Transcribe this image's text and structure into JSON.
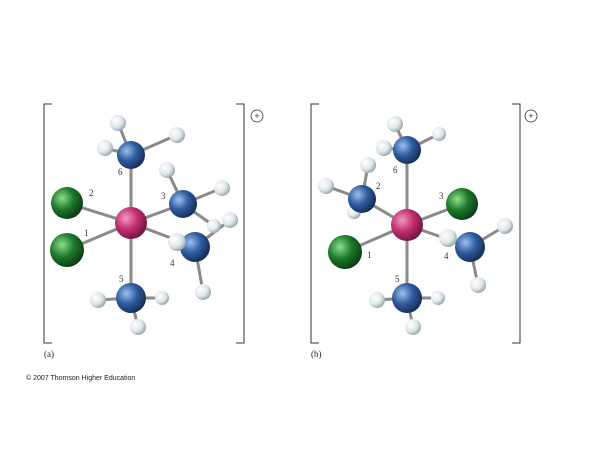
{
  "panels": [
    {
      "label": "(a)",
      "charge": "+",
      "positions": [
        "1",
        "2",
        "3",
        "4",
        "5",
        "6"
      ]
    },
    {
      "label": "(b)",
      "charge": "+",
      "positions": [
        "1",
        "2",
        "3",
        "4",
        "5",
        "6"
      ]
    }
  ],
  "credit": "© 2007 Thomson Higher Education",
  "colors": {
    "metal": "#c2306f",
    "nitrogen": "#2f5d9e",
    "chloride": "#1e7a2c",
    "hydrogen": "#dfe6e8",
    "bond": "#8a8a8a"
  }
}
